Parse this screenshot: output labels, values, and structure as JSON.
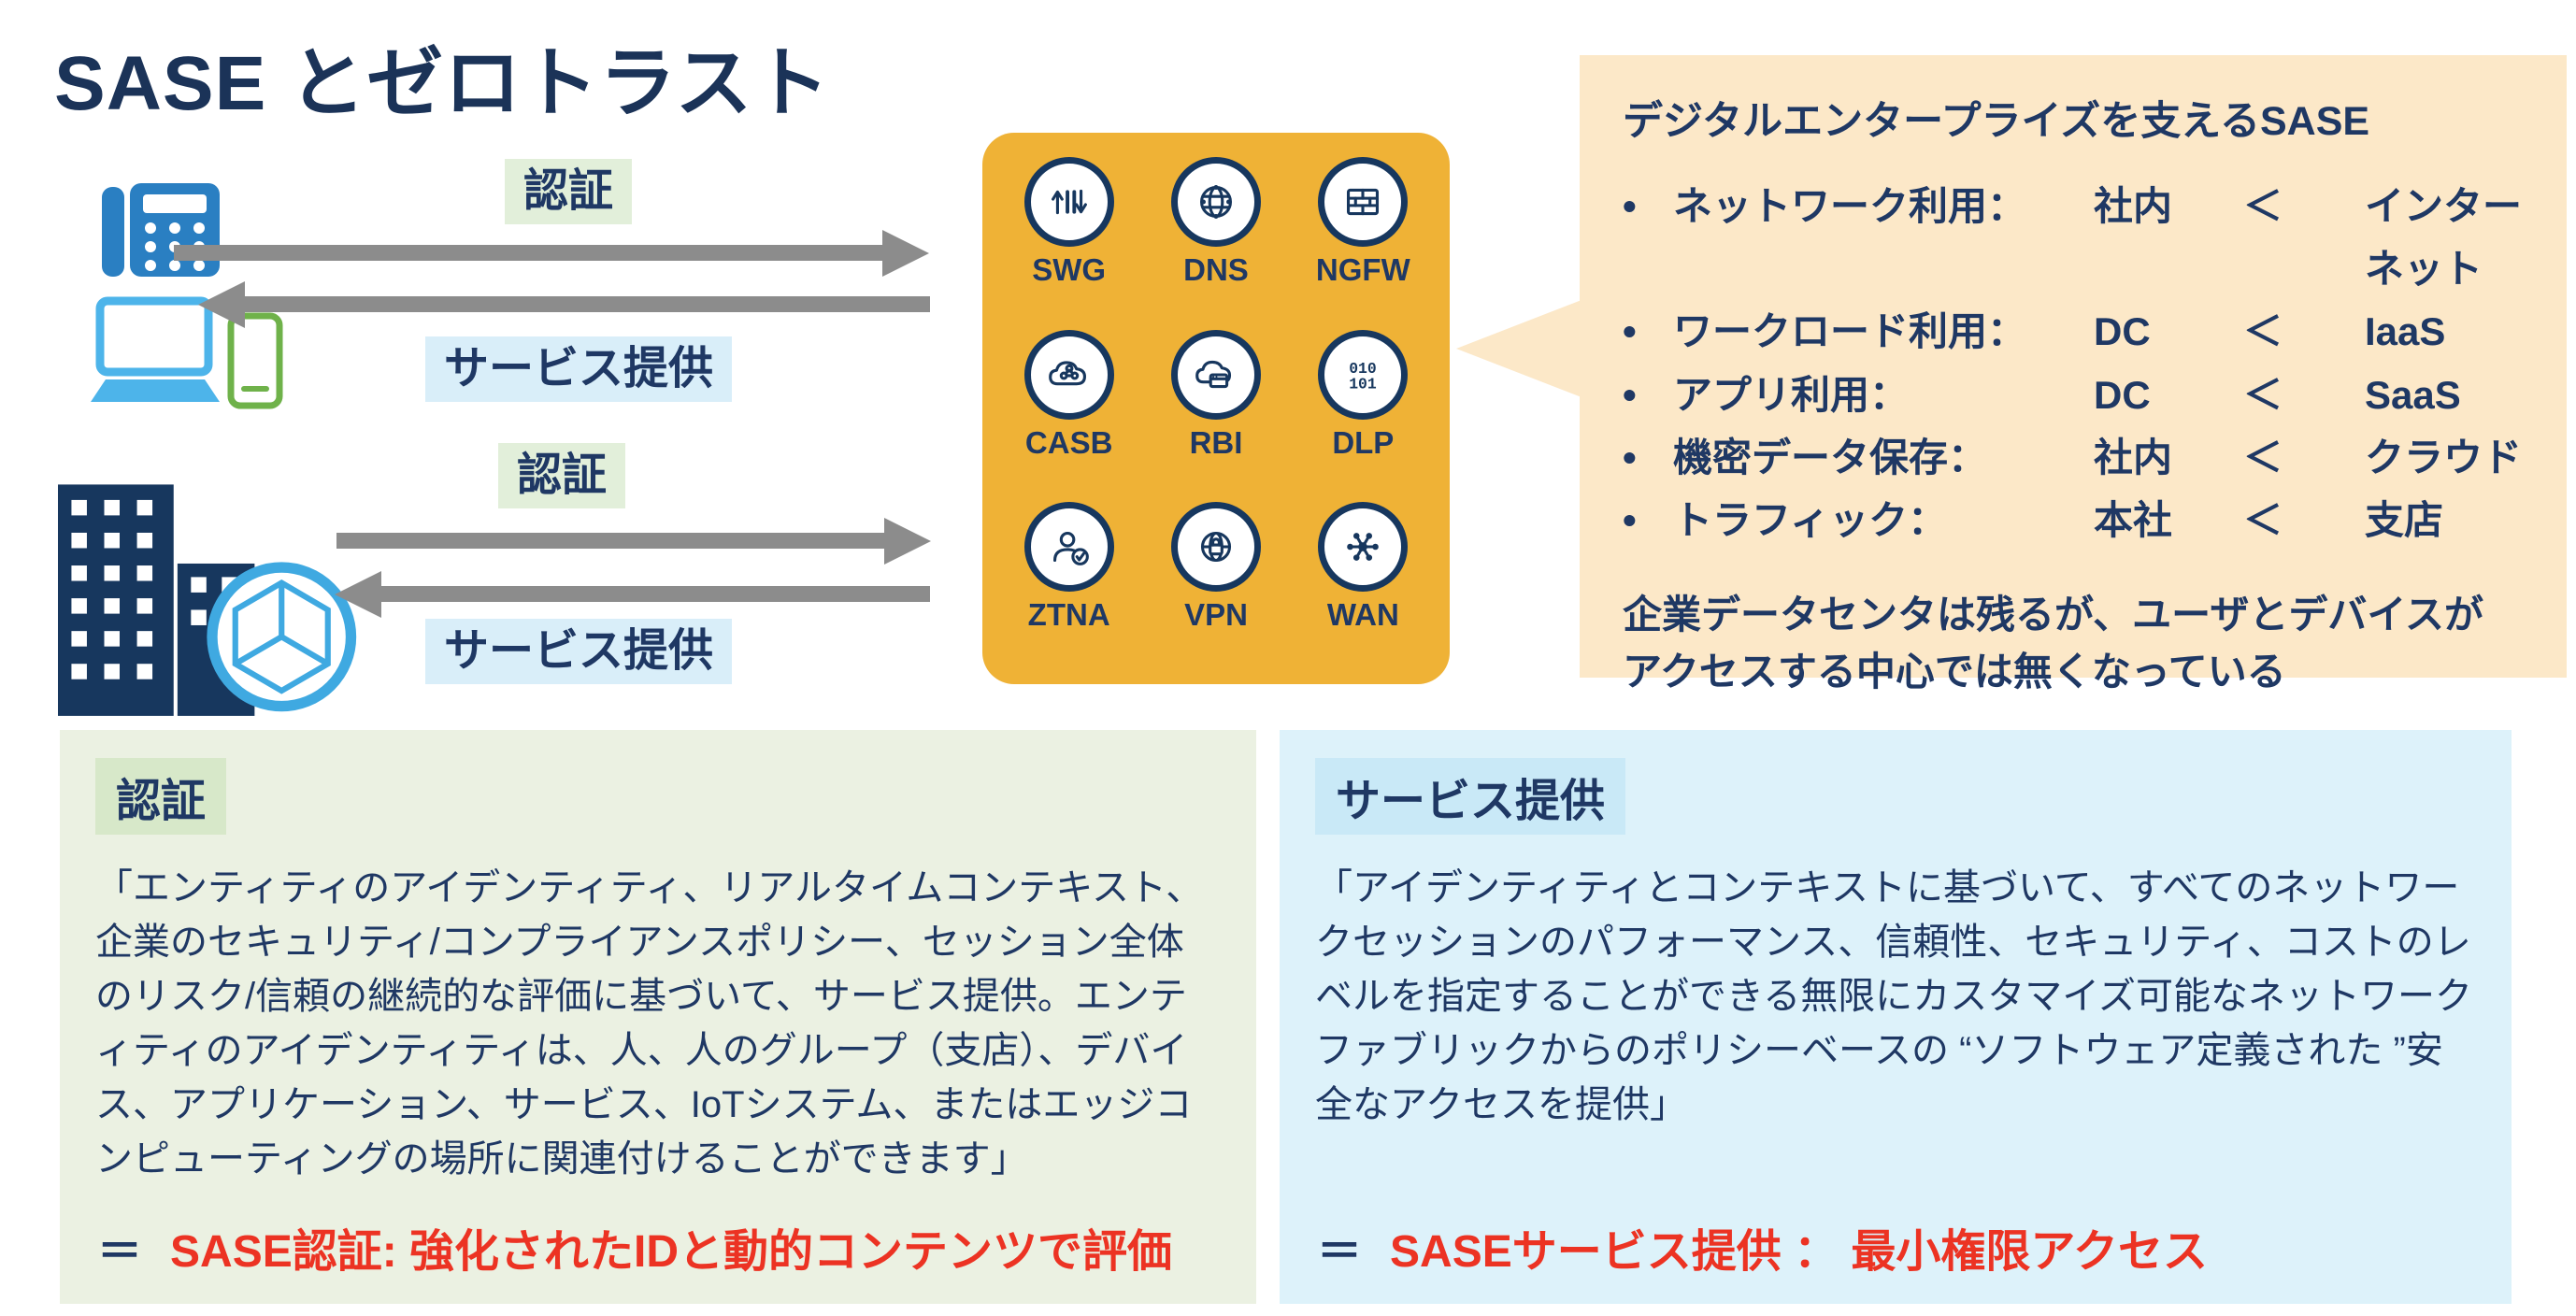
{
  "title": "SASE とゼロトラスト",
  "flows": {
    "auth_label": "認証",
    "service_label": "サービス提供"
  },
  "icons": {
    "clients": [
      "desk-phone-icon",
      "laptop-icon",
      "smartphone-icon"
    ],
    "site": [
      "office-building-icon",
      "network-globe-icon"
    ],
    "arrow_color": "#8c8c8c"
  },
  "sase": {
    "box_color": "#efb236",
    "items": [
      {
        "label": "SWG",
        "icon": "swg-icon"
      },
      {
        "label": "DNS",
        "icon": "dns-globe-icon"
      },
      {
        "label": "NGFW",
        "icon": "firewall-brick-icon"
      },
      {
        "label": "CASB",
        "icon": "cloud-nodes-icon"
      },
      {
        "label": "RBI",
        "icon": "remote-browser-icon"
      },
      {
        "label": "DLP",
        "icon": "binary-data-icon"
      },
      {
        "label": "ZTNA",
        "icon": "user-check-icon"
      },
      {
        "label": "VPN",
        "icon": "globe-lock-icon"
      },
      {
        "label": "WAN",
        "icon": "hub-spoke-icon"
      }
    ]
  },
  "bubble": {
    "bullet": "•",
    "title": "デジタルエンタープライズを支えるSASE",
    "rows": [
      {
        "label": "ネットワーク利用：",
        "left": "社内",
        "cmp": "＜",
        "right": "インターネット"
      },
      {
        "label": "ワークロード利用：",
        "left": "DC",
        "cmp": "＜",
        "right": "IaaS"
      },
      {
        "label": "アプリ利用：",
        "left": "DC",
        "cmp": "＜",
        "right": "SaaS"
      },
      {
        "label": "機密データ保存：",
        "left": "社内",
        "cmp": "＜",
        "right": "クラウド"
      },
      {
        "label": "トラフィック：",
        "left": "本社",
        "cmp": "＜",
        "right": "支店"
      }
    ],
    "note_line1": "企業データセンタは残るが、ユーザとデバイスが",
    "note_line2": "アクセスする中心では無くなっている"
  },
  "auth_panel": {
    "title": "認証",
    "quote": "「エンティティのアイデンティティ、リアルタイムコンテキスト、企業のセキュリティ/コンプライアンスポリシー、セッション全体のリスク/信頼の継続的な評価に基づいて、サービス提供。エンティティのアイデンティティは、人、人のグループ（支店）、デバイス、アプリケーション、サービス、IoTシステム、またはエッジコンピューティングの場所に関連付けることができます」",
    "equals": "＝",
    "conclusion": "SASE認証: 強化されたIDと動的コンテンツで評価"
  },
  "service_panel": {
    "title": "サービス提供",
    "quote": "「アイデンティティとコンテキストに基づいて、すべてのネットワークセッションのパフォーマンス、信頼性、セキュリティ、コストのレベルを指定することができる無限にカスタマイズ可能なネットワークファブリックからのポリシーベースの “ソフトウェア定義された ”安全なアクセスを提供」",
    "equals": "＝",
    "conclusion": "SASEサービス提供 ： 最小権限アクセス"
  },
  "colors": {
    "navy_text": "#1f3864",
    "yellow_box": "#efb236",
    "peach_callout": "#fce8c8",
    "green_panel": "#ebf1e2",
    "blue_panel": "#ddf2fa",
    "green_highlight": "#e2efda",
    "blue_highlight": "#d9eef9",
    "red_accent": "#ec3323",
    "arrow_gray": "#8c8c8c"
  }
}
